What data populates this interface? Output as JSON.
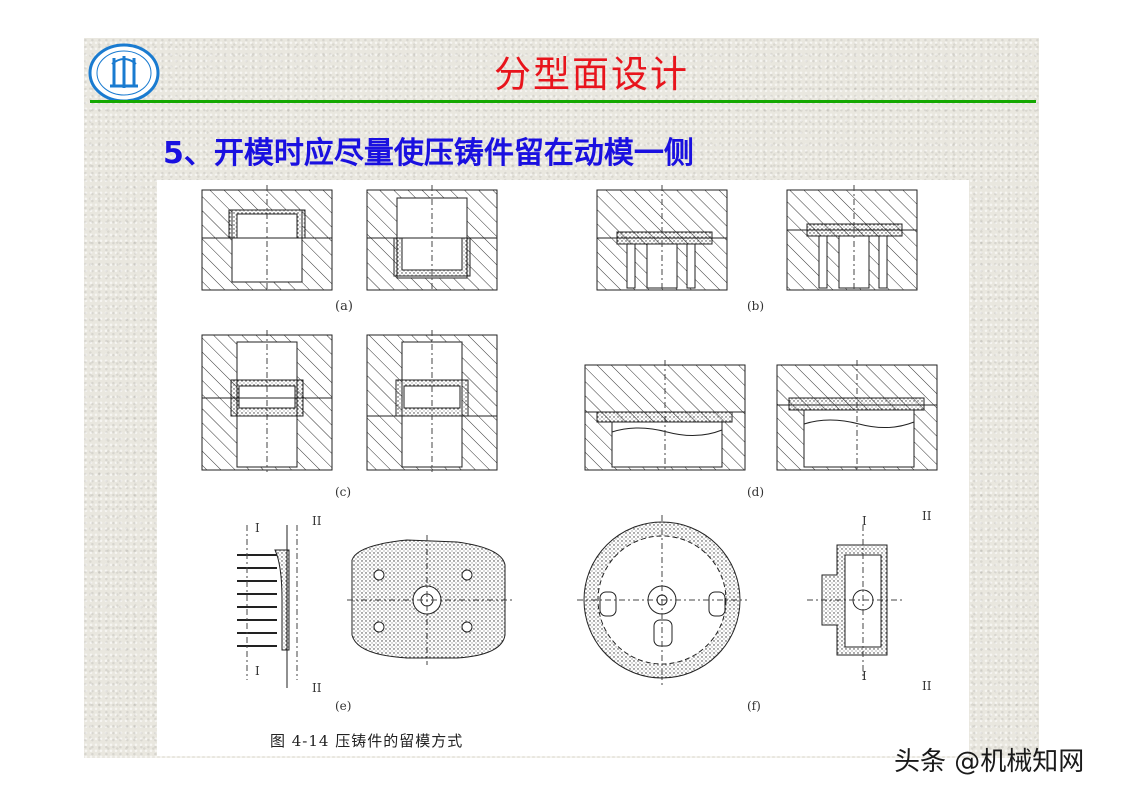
{
  "header": {
    "title": "分型面设计",
    "logo_icon": "university-seal-icon",
    "rule_color": "#14a800",
    "title_color": "#e8141c"
  },
  "content": {
    "subtitle": "5、开模时应尽量使压铸件留在动模一侧",
    "subtitle_color": "#1a10e0"
  },
  "figure": {
    "labels": [
      "(a)",
      "(b)",
      "(c)",
      "(d)",
      "(e)",
      "(f)"
    ],
    "section_marks": [
      "I",
      "II"
    ],
    "caption": "图 4-14    压铸件的留模方式"
  },
  "watermark": {
    "text": "头条 @机械知网"
  }
}
